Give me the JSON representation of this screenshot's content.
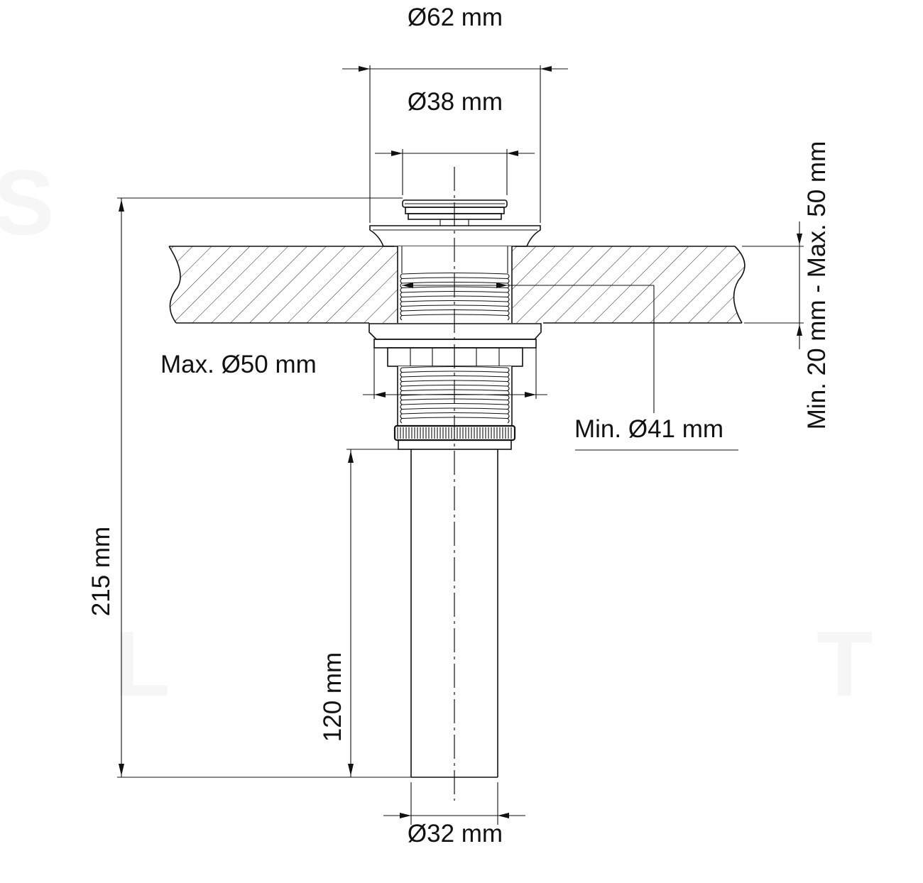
{
  "colors": {
    "line": "#111111",
    "background": "#ffffff",
    "hatch": "#222222"
  },
  "dimensions": {
    "top_outer_diameter": "Ø62 mm",
    "cap_diameter": "Ø38 mm",
    "countertop_thickness": "Min. 20 mm - Max. 50 mm",
    "max_hole_diameter": "Max. Ø50 mm",
    "min_hole_diameter": "Min. Ø41  mm",
    "total_height": "215 mm",
    "tailpiece_length": "120 mm",
    "tailpiece_diameter": "Ø32 mm"
  }
}
